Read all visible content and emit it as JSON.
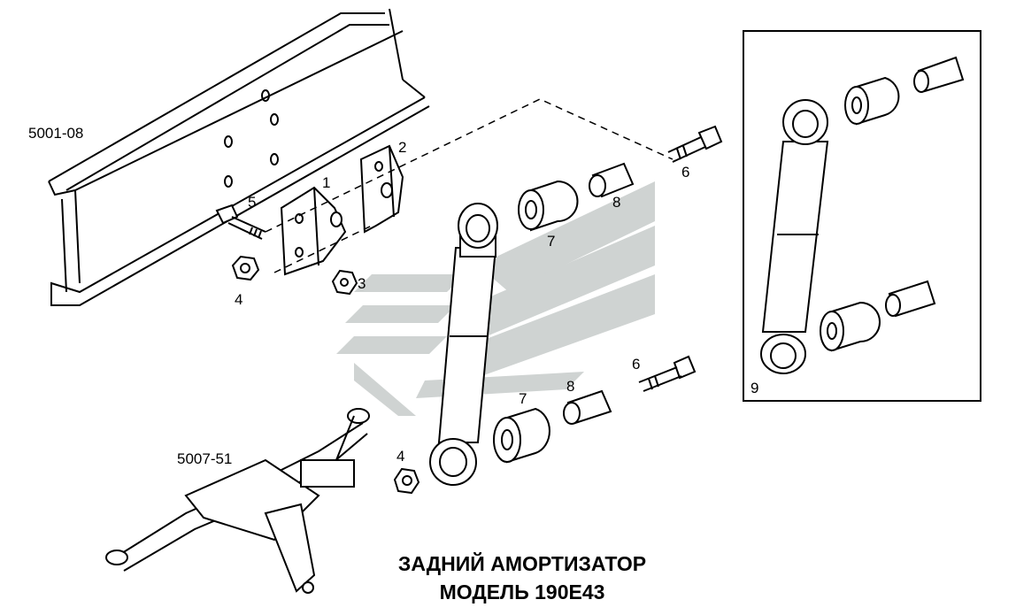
{
  "title": {
    "line1": "ЗАДНИЙ АМОРТИЗАТОР",
    "line2": "МОДЕЛЬ 190Е43"
  },
  "references": {
    "frame": "5001-08",
    "spring": "5007-51"
  },
  "callouts": {
    "c1": "1",
    "c2": "2",
    "c3": "3",
    "c4a": "4",
    "c4b": "4",
    "c5": "5",
    "c6a": "6",
    "c6b": "6",
    "c7a": "7",
    "c7b": "7",
    "c8a": "8",
    "c8b": "8",
    "c9": "9"
  },
  "colors": {
    "line": "#000000",
    "watermark": "#cfd3d2"
  }
}
